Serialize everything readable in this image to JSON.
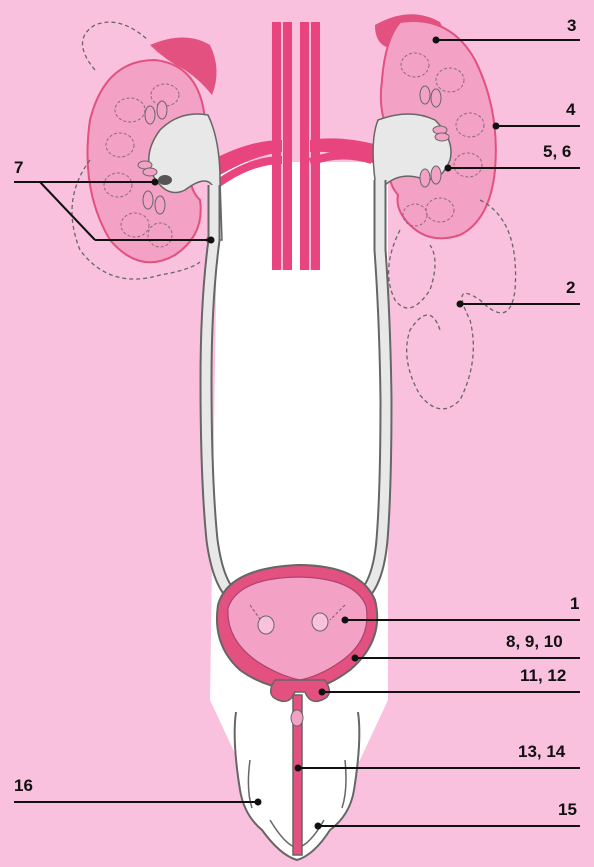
{
  "labels": {
    "l1": "1",
    "l2": "2",
    "l3": "3",
    "l4": "4",
    "l5_6": "5, 6",
    "l7": "7",
    "l8_9_10": "8, 9, 10",
    "l11_12": "11, 12",
    "l13_14": "13, 14",
    "l15": "15",
    "l16": "16"
  },
  "colors": {
    "background": "#f9c1dd",
    "organ_fill": "#f3a2c6",
    "organ_dark": "#e2517f",
    "vessel": "#e8457e",
    "tube": "#e8e8e8",
    "outline": "#666666",
    "pelvis": "#ffffff"
  }
}
